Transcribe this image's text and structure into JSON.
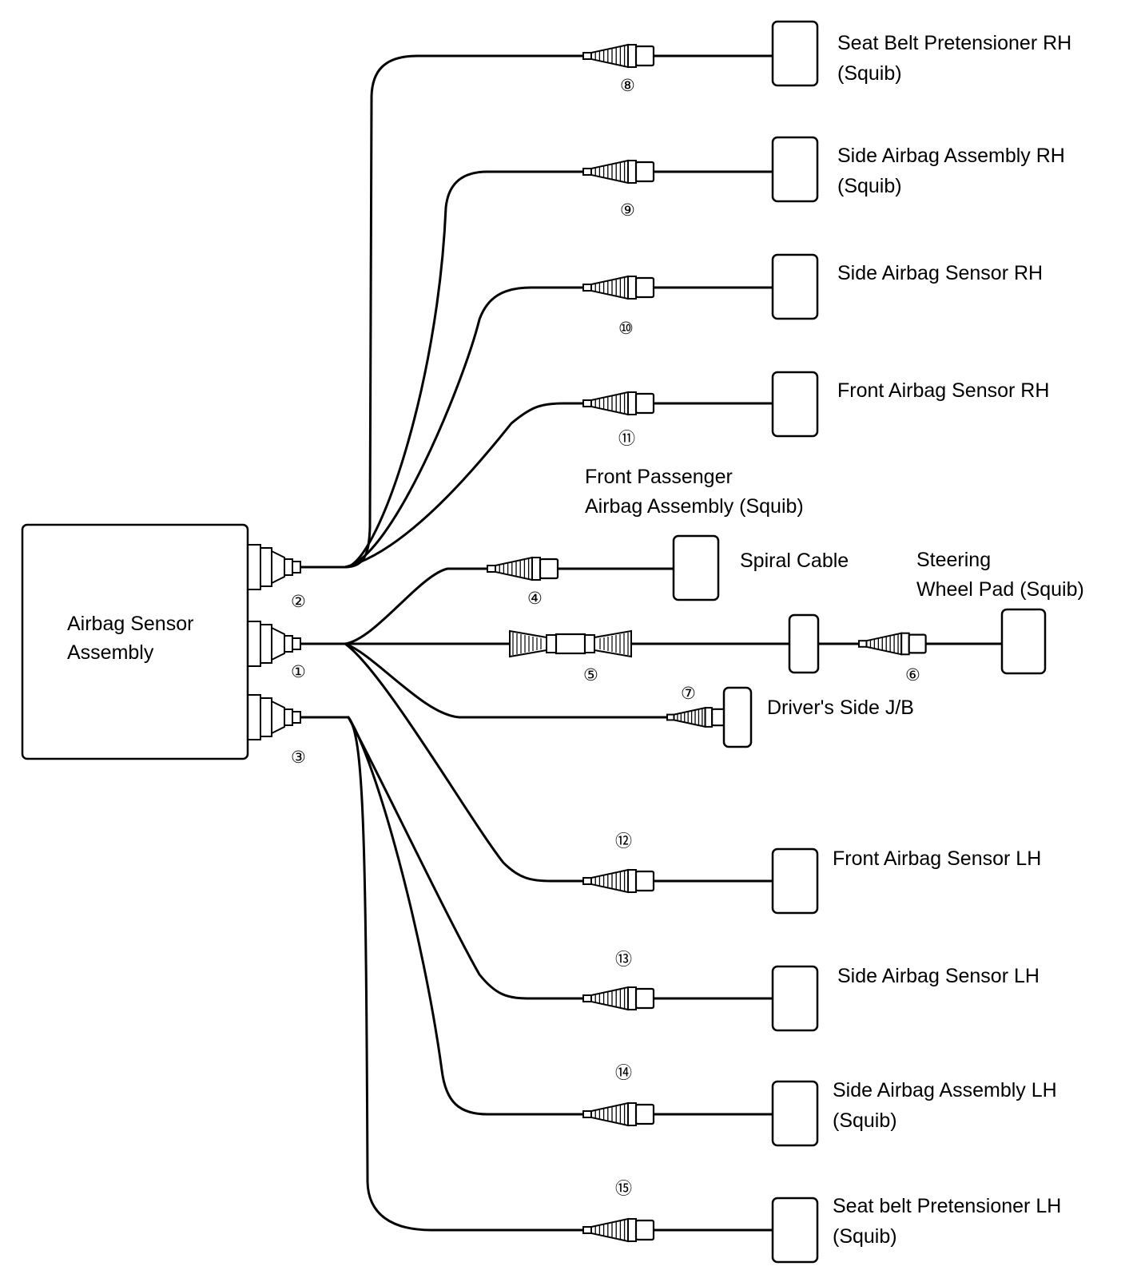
{
  "diagram": {
    "module_label": [
      "Airbag Sensor",
      "Assembly"
    ],
    "components": {
      "seat_belt_pretensioner_rh": [
        "Seat Belt Pretensioner RH",
        "(Squib)"
      ],
      "side_airbag_assembly_rh": [
        "Side Airbag Assembly RH",
        "(Squib)"
      ],
      "side_airbag_sensor_rh": [
        "Side Airbag Sensor RH"
      ],
      "front_airbag_sensor_rh": [
        "Front Airbag Sensor RH"
      ],
      "front_passenger_airbag": [
        "Front Passenger",
        "Airbag Assembly (Squib)"
      ],
      "spiral_cable": [
        "Spiral Cable"
      ],
      "steering_wheel_pad": [
        "Steering",
        "Wheel Pad (Squib)"
      ],
      "drivers_side_jb": [
        "Driver's Side J/B"
      ],
      "front_airbag_sensor_lh": [
        "Front Airbag Sensor LH"
      ],
      "side_airbag_sensor_lh": [
        "Side Airbag Sensor LH"
      ],
      "side_airbag_assembly_lh": [
        "Side Airbag Assembly LH",
        "(Squib)"
      ],
      "seatbelt_pretensioner_lh": [
        "Seat belt Pretensioner LH",
        "(Squib)"
      ]
    },
    "connector_numbers": {
      "c1": "①",
      "c2": "②",
      "c3": "③",
      "c4": "④",
      "c5": "⑤",
      "c6": "⑥",
      "c7": "⑦",
      "c8": "⑧",
      "c9": "⑨",
      "c10": "⑩",
      "c11": "⑪",
      "c12": "⑫",
      "c13": "⑬",
      "c14": "⑭",
      "c15": "⑮"
    }
  }
}
